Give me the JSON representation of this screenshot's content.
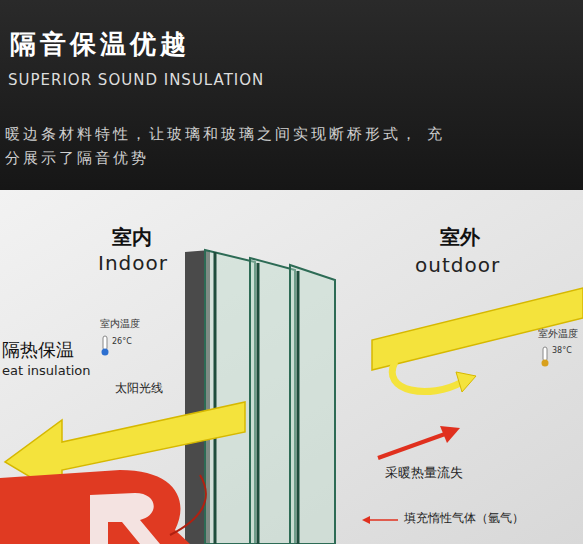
{
  "diagram": {
    "title": "隔音保温优越",
    "labels": [
      "SUPERIOR SOUND INSULATION",
      "暖边条材料特性，让玻璃和玻璃之间实现断桥形式， 充分展示了隔音优势",
      "室内",
      "Indoor",
      "室外",
      "outdoor",
      "隔热保温",
      "eat insulation",
      "室内温度",
      "26°C",
      "太阳光线",
      "室外温度",
      "38°C",
      "采暖热量流失",
      "填充惰性气体（氩气）"
    ]
  }
}
